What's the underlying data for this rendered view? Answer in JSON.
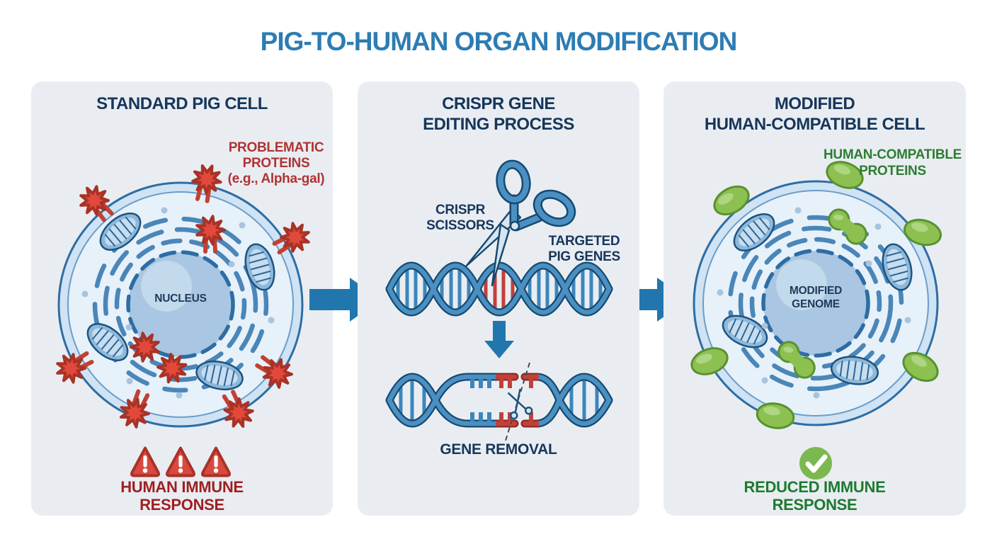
{
  "title": "PIG-TO-HUMAN ORGAN MODIFICATION",
  "colors": {
    "title_blue": "#2d7cb3",
    "header_navy": "#17365a",
    "panel_bg": "#e9edf2",
    "arrow_blue": "#2176ae",
    "red_text": "#b03333",
    "red_caption": "#9e1f1f",
    "green_text": "#2e7d32",
    "green_caption": "#1e7a30",
    "protein_red": "#e2493b",
    "protein_green": "#8cc152",
    "dna_blue": "#4a90c2",
    "dna_red": "#c2403a",
    "cell_stroke": "#2e6da4",
    "nucleus_fill": "#a9c6e2",
    "check_green": "#7cb850",
    "warning_red": "#d9493f"
  },
  "panels": {
    "left": {
      "header": "STANDARD PIG CELL",
      "protein_label": "PROBLEMATIC\nPROTEINS\n(e.g., Alpha-gal)",
      "nucleus_label": "NUCLEUS",
      "caption": "HUMAN IMMUNE\nRESPONSE"
    },
    "middle": {
      "header": "CRISPR GENE\nEDITING PROCESS",
      "scissors_label": "CRISPR\nSCISSORS",
      "target_label": "TARGETED\nPIG GENES",
      "caption": "GENE REMOVAL"
    },
    "right": {
      "header": "MODIFIED\nHUMAN-COMPATIBLE CELL",
      "protein_label": "HUMAN-COMPATIBLE\nPROTEINS",
      "nucleus_label": "MODIFIED\nGENOME",
      "caption": "REDUCED IMMUNE\nRESPONSE"
    }
  }
}
